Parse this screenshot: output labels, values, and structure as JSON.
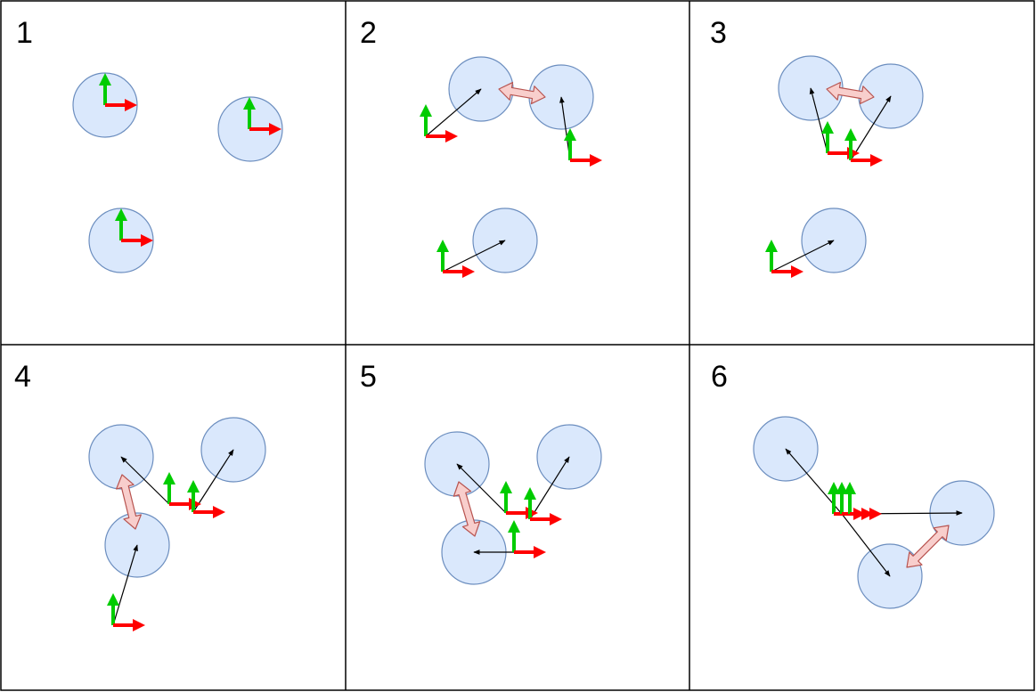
{
  "panels": [
    {
      "label": "1"
    },
    {
      "label": "2"
    },
    {
      "label": "3"
    },
    {
      "label": "4"
    },
    {
      "label": "5"
    },
    {
      "label": "6"
    }
  ],
  "colors": {
    "circle_fill": "#dae8fc",
    "circle_stroke": "#6c8ebf",
    "y_axis": "#00cc00",
    "x_axis": "#ff0000",
    "contact_fill": "#f8cecc",
    "contact_stroke": "#b85450",
    "vector": "#000000",
    "grid": "#000000"
  },
  "icons": {
    "body": "circle",
    "frame": "xy-axes-icon",
    "offset": "arrow-icon",
    "contact": "double-arrow-icon"
  }
}
